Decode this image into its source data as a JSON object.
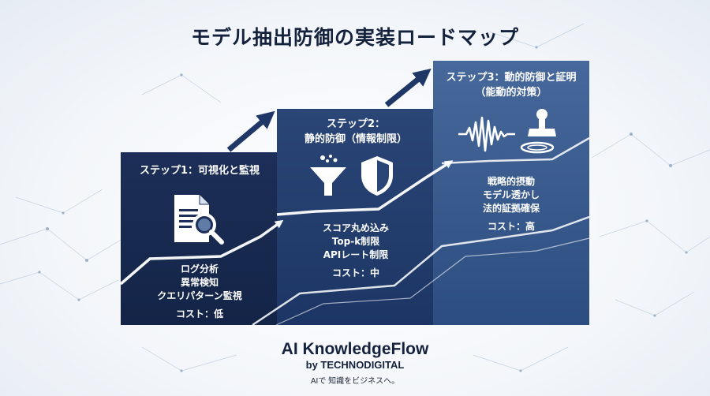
{
  "title": "モデル抽出防御の実装ロードマップ",
  "steps": [
    {
      "title": "ステップ1：可視化と監視",
      "items": [
        "ログ分析",
        "異常検知",
        "クエリパターン監視"
      ],
      "cost": "コスト：低",
      "icon": "document-magnifier-icon"
    },
    {
      "title_line1": "ステップ2：",
      "title_line2": "静的防御（情報制限）",
      "items": [
        "スコア丸め込み",
        "Top-k制限",
        "APIレート制限"
      ],
      "cost": "コスト：中",
      "icons": [
        "funnel-icon",
        "shield-icon"
      ]
    },
    {
      "title_line1": "ステップ3：動的防御と証明",
      "title_line2": "（能動的対策）",
      "items": [
        "戦略的摂動",
        "モデル透かし",
        "法的証拠確保"
      ],
      "cost": "コスト：高",
      "icons": [
        "waveform-icon",
        "stamp-icon"
      ]
    }
  ],
  "brand": {
    "name": "AI KnowledgeFlow",
    "by": "by TECHNODIGITAL",
    "tagline": "AIで 知識をビジネスへ。"
  },
  "colors": {
    "dark_navy": "#132447",
    "navy": "#1c3564",
    "steel_blue": "#2c4d80",
    "text_dark": "#15223d"
  }
}
